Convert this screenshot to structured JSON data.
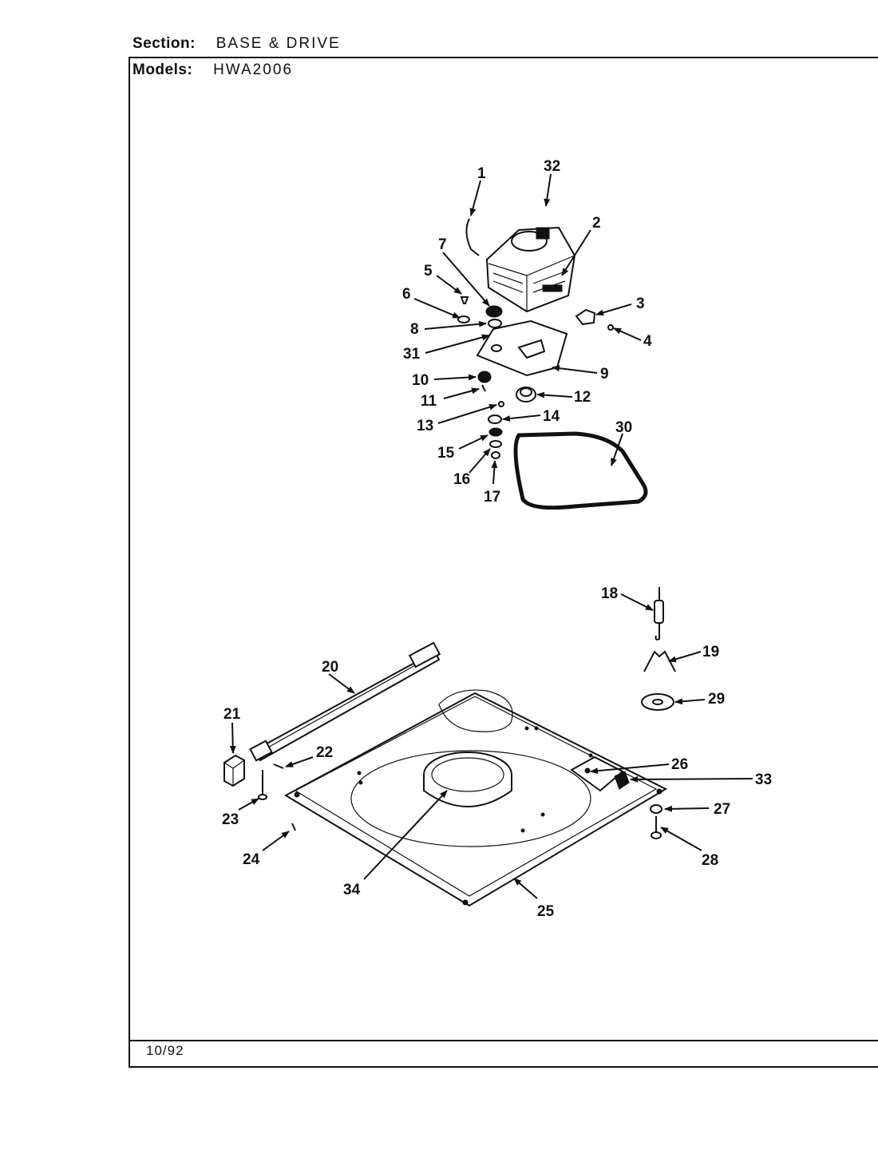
{
  "header": {
    "section_label": "Section:",
    "section_value": "BASE & DRIVE",
    "models_label": "Models:",
    "models_value": "HWA2006"
  },
  "footer": {
    "date": "10/92"
  },
  "callouts": [
    "1",
    "2",
    "3",
    "4",
    "5",
    "6",
    "7",
    "8",
    "9",
    "10",
    "11",
    "12",
    "13",
    "14",
    "15",
    "16",
    "17",
    "18",
    "19",
    "20",
    "21",
    "22",
    "23",
    "24",
    "25",
    "26",
    "27",
    "28",
    "29",
    "30",
    "31",
    "32",
    "33",
    "34"
  ]
}
